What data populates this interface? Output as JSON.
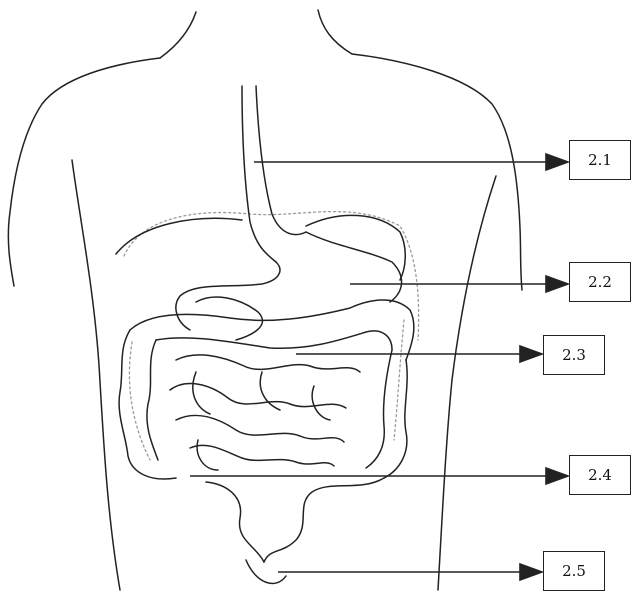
{
  "diagram": {
    "labels": [
      {
        "id": "2.1",
        "text": "2.1"
      },
      {
        "id": "2.2",
        "text": "2.2"
      },
      {
        "id": "2.3",
        "text": "2.3"
      },
      {
        "id": "2.4",
        "text": "2.4"
      },
      {
        "id": "2.5",
        "text": "2.5"
      }
    ],
    "colors": {
      "ink": "#222222",
      "faint": "#9a9a9a",
      "paper": "#ffffff"
    }
  }
}
